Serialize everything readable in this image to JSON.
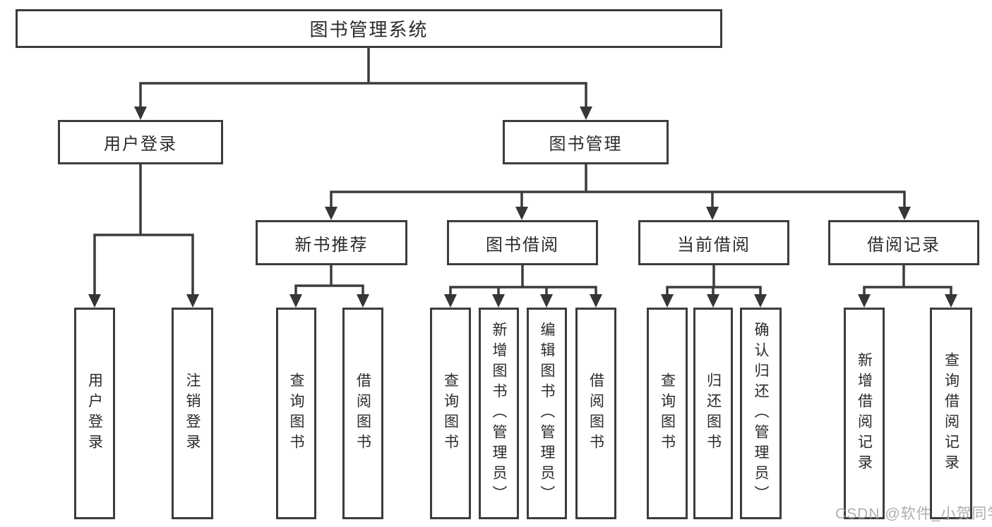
{
  "diagram_title": "图书管理系统",
  "tree": {
    "root": {
      "label": "图书管理系统",
      "children": [
        {
          "label": "用户登录",
          "children": [
            {
              "label": "用户登录"
            },
            {
              "label": "注销登录"
            }
          ]
        },
        {
          "label": "图书管理",
          "children": [
            {
              "label": "新书推荐",
              "children": [
                {
                  "label": "查询图书"
                },
                {
                  "label": "借阅图书"
                }
              ]
            },
            {
              "label": "图书借阅",
              "children": [
                {
                  "label": "查询图书"
                },
                {
                  "label": "新增图书（管理员）"
                },
                {
                  "label": "编辑图书（管理员）"
                },
                {
                  "label": "借阅图书"
                }
              ]
            },
            {
              "label": "当前借阅",
              "children": [
                {
                  "label": "查询图书"
                },
                {
                  "label": "归还图书"
                },
                {
                  "label": "确认归还（管理员）"
                }
              ]
            },
            {
              "label": "借阅记录",
              "children": [
                {
                  "label": "新增借阅记录"
                },
                {
                  "label": "查询借阅记录"
                }
              ]
            }
          ]
        }
      ]
    }
  },
  "watermark": {
    "text": "CSDN @软件_小贺同学",
    "color": "#a8a8a8"
  },
  "colors": {
    "background": "#ffffff",
    "line": "#3c3c3c",
    "box_border": "#3c3c3c",
    "text": "#2b2b2b"
  }
}
